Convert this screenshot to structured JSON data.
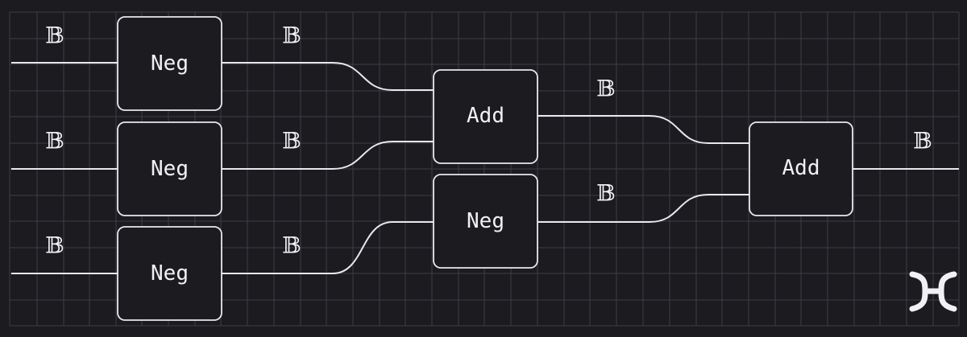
{
  "colors": {
    "background": "#1c1b20",
    "grid": "#3f3e45",
    "stroke": "#e9e8ee",
    "text": "#f1f0f5"
  },
  "nodes": [
    {
      "id": "neg1",
      "label": "Neg"
    },
    {
      "id": "neg2",
      "label": "Neg"
    },
    {
      "id": "neg3",
      "label": "Neg"
    },
    {
      "id": "add1",
      "label": "Add"
    },
    {
      "id": "neg4",
      "label": "Neg"
    },
    {
      "id": "add2",
      "label": "Add"
    }
  ],
  "wire_types": [
    {
      "id": "in1",
      "label": "𝔹"
    },
    {
      "id": "in2",
      "label": "𝔹"
    },
    {
      "id": "in3",
      "label": "𝔹"
    },
    {
      "id": "neg1-out",
      "label": "𝔹"
    },
    {
      "id": "neg2-out",
      "label": "𝔹"
    },
    {
      "id": "neg3-out",
      "label": "𝔹"
    },
    {
      "id": "add1-out",
      "label": "𝔹"
    },
    {
      "id": "neg4-out",
      "label": "𝔹"
    },
    {
      "id": "output",
      "label": "𝔹"
    }
  ],
  "edges": [
    {
      "from": "input-1",
      "to": "neg1"
    },
    {
      "from": "input-2",
      "to": "neg2"
    },
    {
      "from": "input-3",
      "to": "neg3"
    },
    {
      "from": "neg1",
      "to": "add1"
    },
    {
      "from": "neg2",
      "to": "add1"
    },
    {
      "from": "neg3",
      "to": "neg4"
    },
    {
      "from": "add1",
      "to": "add2"
    },
    {
      "from": "neg4",
      "to": "add2"
    },
    {
      "from": "add2",
      "to": "output"
    }
  ],
  "logo": {
    "icon": "h-logo-icon"
  }
}
